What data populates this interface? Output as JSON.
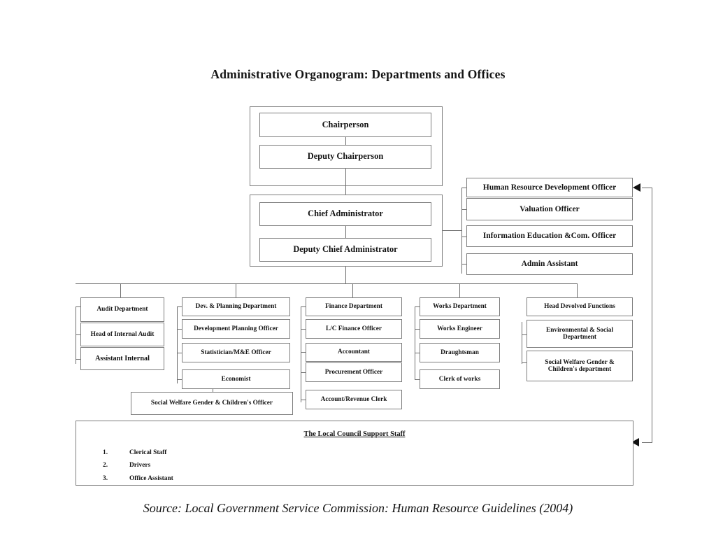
{
  "title": "Administrative Organogram: Departments and Offices",
  "source_caption": "Source: Local Government Service Commission: Human Resource Guidelines (2004)",
  "executive": {
    "chairperson": "Chairperson",
    "deputy_chairperson": "Deputy Chairperson",
    "chief_administrator": "Chief Administrator",
    "deputy_chief_administrator": "Deputy Chief Administrator"
  },
  "staff_officers": [
    {
      "label": "Human Resource Development Officer"
    },
    {
      "label": "Valuation Officer"
    },
    {
      "label": "Information Education &Com. Officer"
    },
    {
      "label": "Admin Assistant"
    }
  ],
  "departments": [
    {
      "name": "audit",
      "head": "Audit Department",
      "roles": [
        {
          "label": "Head of Internal Audit"
        },
        {
          "label": "Assistant Internal"
        }
      ]
    },
    {
      "name": "dev-planning",
      "head": "Dev. & Planning Department",
      "roles": [
        {
          "label": "Development Planning Officer"
        },
        {
          "label": "Statistician/M&E Officer"
        },
        {
          "label": "Economist"
        }
      ]
    },
    {
      "name": "finance",
      "head": "Finance Department",
      "roles": [
        {
          "label": "L/C Finance Officer"
        },
        {
          "label": "Accountant"
        },
        {
          "label": "Procurement Officer"
        },
        {
          "label": "Account/Revenue Clerk"
        }
      ]
    },
    {
      "name": "works",
      "head": "Works Department",
      "roles": [
        {
          "label": "Works Engineer"
        },
        {
          "label": "Draughtsman"
        },
        {
          "label": "Clerk of works"
        }
      ]
    },
    {
      "name": "devolved-functions",
      "head": "Head Devolved Functions",
      "roles": [
        {
          "label": "Environmental & Social Department"
        },
        {
          "label": "Social Welfare Gender & Children's department"
        }
      ]
    }
  ],
  "social_welfare_officer": "Social Welfare Gender & Children's Officer",
  "support_staff": {
    "heading": "The Local Council Support Staff",
    "items": [
      {
        "num": "1.",
        "label": "Clerical Staff"
      },
      {
        "num": "2.",
        "label": "Drivers"
      },
      {
        "num": "3.",
        "label": "Office Assistant"
      }
    ]
  },
  "colors": {
    "box_border": "#7d7d7d",
    "line": "#6f6f6f",
    "text": "#131313",
    "background": "#ffffff"
  }
}
